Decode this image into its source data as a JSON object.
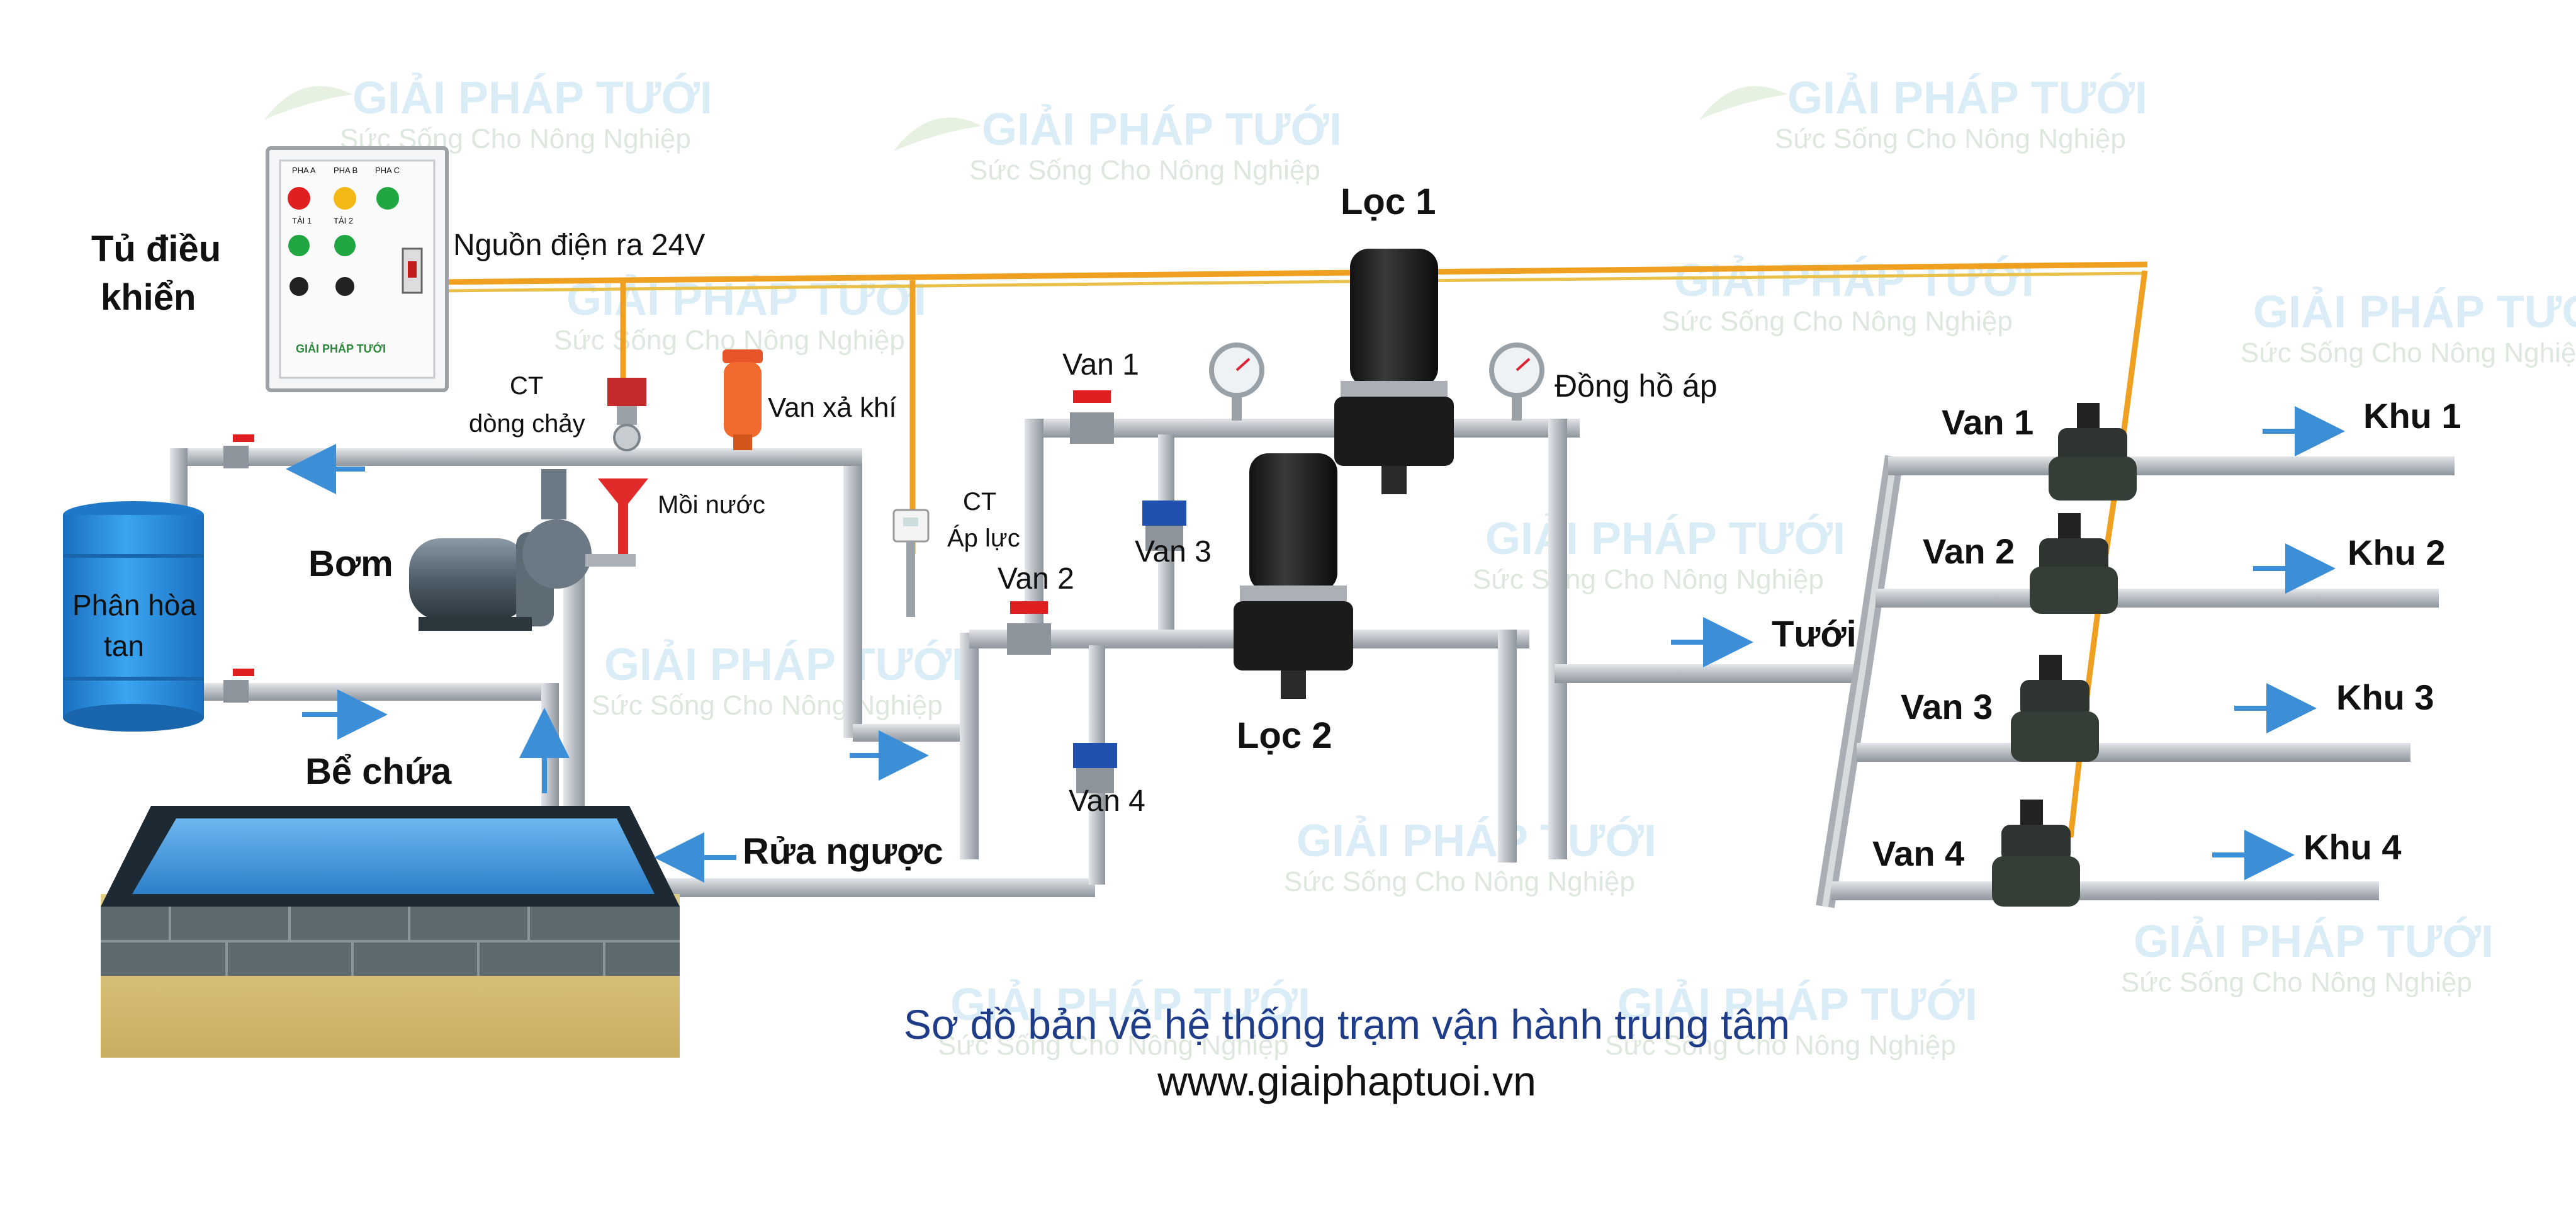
{
  "watermark": {
    "brand": "GIẢI PHÁP TƯỚI",
    "tagline": "Sức Sống Cho Nông Nghiệp"
  },
  "colors": {
    "pipe": "#bfc4c9",
    "pipe_edge": "#8d949b",
    "wire": "#f0a020",
    "arrow": "#3c8fd6",
    "tank": "#2a8fe0",
    "title": "#1f3c88",
    "valve_red": "#e02020",
    "valve_blue": "#2050b0"
  },
  "control_cabinet": {
    "title_line1": "Tủ điều",
    "title_line2": "khiển",
    "power_label": "Nguồn điện ra 24V",
    "panel": {
      "phase_a": "PHA A",
      "phase_b": "PHA B",
      "phase_c": "PHA C",
      "load_1": "TẢI 1",
      "load_2": "TẢI 2",
      "brand": "GIẢI PHÁP TƯỚI"
    }
  },
  "components": {
    "flow_sensor_line1": "CT",
    "flow_sensor_line2": "dòng chảy",
    "air_valve": "Van xả khí",
    "pressure_sensor_line1": "CT",
    "pressure_sensor_line2": "Áp lực",
    "priming": "Mồi nước",
    "pump": "Bơm",
    "fertilizer_tank_line1": "Phân hòa",
    "fertilizer_tank_line2": "tan",
    "reservoir": "Bể chứa",
    "backwash": "Rửa ngược",
    "irrigate": "Tưới",
    "filter_1": "Lọc 1",
    "filter_2": "Lọc 2",
    "pressure_gauge": "Đồng hồ áp",
    "valve_1": "Van 1",
    "valve_2": "Van 2",
    "valve_3": "Van 3",
    "valve_4": "Van 4"
  },
  "zones": [
    {
      "valve": "Van 1",
      "zone": "Khu 1"
    },
    {
      "valve": "Van 2",
      "zone": "Khu 2"
    },
    {
      "valve": "Van 3",
      "zone": "Khu 3"
    },
    {
      "valve": "Van 4",
      "zone": "Khu 4"
    }
  ],
  "caption": {
    "title": "Sơ đồ bản vẽ hệ thống trạm vận hành trung tâm",
    "url": "www.giaiphaptuoi.vn"
  }
}
